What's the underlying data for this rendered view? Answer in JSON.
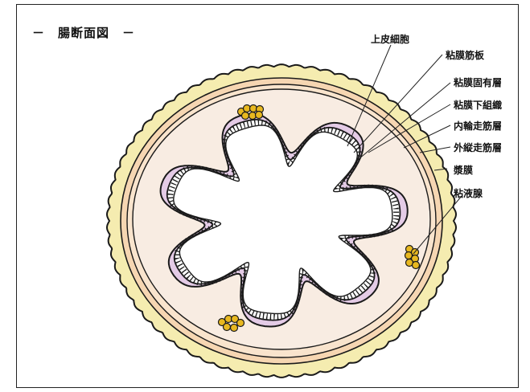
{
  "title": "－　腸断面図　－",
  "labels": {
    "epithelium": "上皮細胞",
    "muscularis_mucosae": "粘膜筋板",
    "lamina_propria": "粘膜固有層",
    "submucosa": "粘膜下組織",
    "inner_circular_muscle": "内輪走筋層",
    "outer_longitudinal_muscle": "外縦走筋層",
    "serosa": "漿膜",
    "mucous_gland": "粘液腺"
  },
  "colors": {
    "serosa": "#f5ecb0",
    "outer_muscle": "#f6d6b2",
    "submucosa": "#f8e9dc",
    "mucosa": "#e4cbe6",
    "gland": "#e8b820",
    "outline": "#1a1a1a"
  }
}
